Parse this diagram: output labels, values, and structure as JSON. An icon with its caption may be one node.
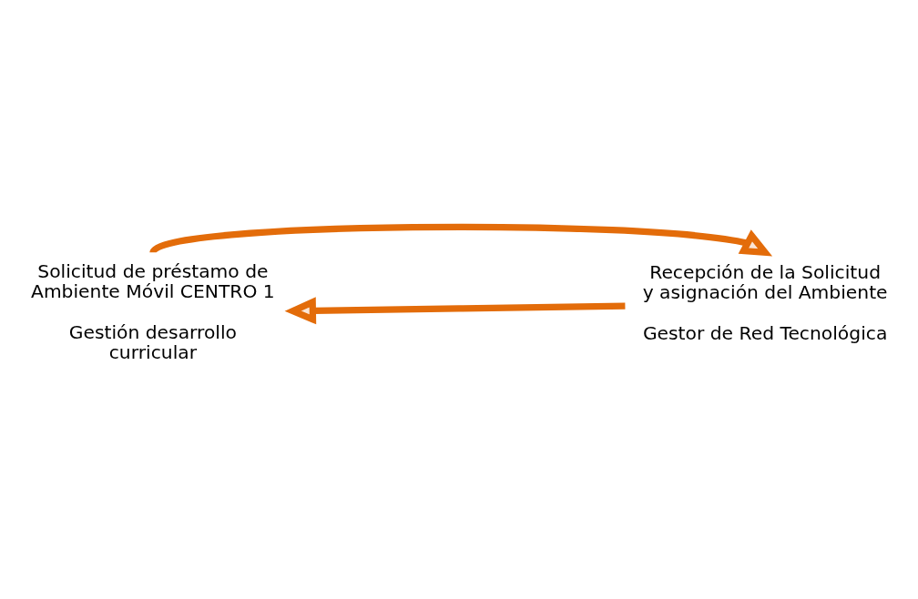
{
  "diagram": {
    "nodes": [
      {
        "text": [
          "Solicitud de préstamo de Ambiente Móvil CENTRO 1",
          "Gestión desarrollo curricular"
        ]
      },
      {
        "text": [
          "Recepción de la Solicitud y asignación del Ambiente",
          "Gestor de Red Tecnológica"
        ]
      }
    ],
    "edges": [
      {
        "from": 0,
        "to": 1,
        "arrow": "to"
      },
      {
        "from": 1,
        "to": 0,
        "arrow": "to"
      }
    ]
  }
}
